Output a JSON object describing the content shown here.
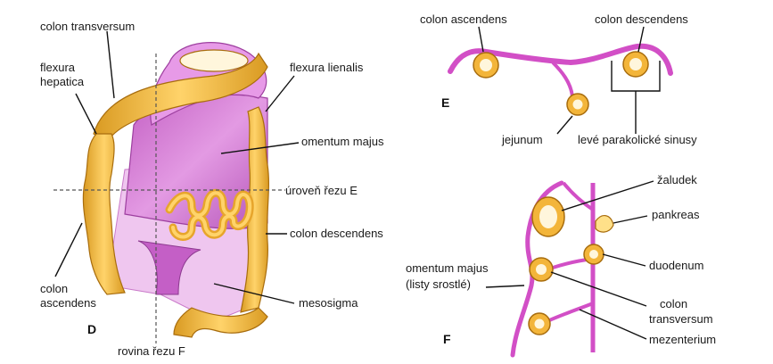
{
  "panel_d": {
    "letter": "D",
    "labels": {
      "colon_transversum": "colon transversum",
      "flexura_hepatica_1": "flexura",
      "flexura_hepatica_2": "hepatica",
      "flexura_lienalis": "flexura lienalis",
      "omentum_majus": "omentum majus",
      "uroven_rezu_e": "úroveň řezu E",
      "colon_descendens": "colon descendens",
      "colon_ascendens_1": "colon",
      "colon_ascendens_2": "ascendens",
      "mesosigma": "mesosigma",
      "rovina_rezu_f": "rovina řezu F"
    }
  },
  "panel_e": {
    "letter": "E",
    "labels": {
      "colon_ascendens": "colon ascendens",
      "colon_descendens": "colon descendens",
      "jejunum": "jejunum",
      "leve_parakolicke_sinusy": "levé parakolické sinusy"
    }
  },
  "panel_f": {
    "letter": "F",
    "labels": {
      "zaludek": "žaludek",
      "pankreas": "pankreas",
      "duodenum": "duodenum",
      "omentum_majus_1": "omentum majus",
      "omentum_majus_2": "(listy srostlé)",
      "colon_transversum_1": "colon",
      "colon_transversum_2": "transversum",
      "mezenterium": "mezenterium"
    }
  },
  "colors": {
    "colon": "#f3b53a",
    "colon_dark": "#c98a1a",
    "omentum": "#d77ad6",
    "omentum_light": "#eab8ea",
    "membrane": "#d24fc6",
    "lumen": "#fff6dc"
  }
}
